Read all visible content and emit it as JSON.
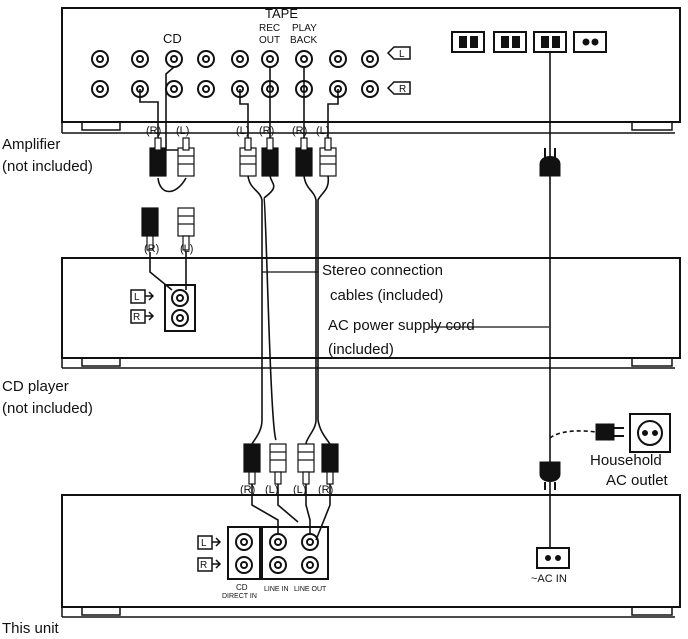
{
  "devices": {
    "amplifier": {
      "name": "Amplifier",
      "note": "(not included)",
      "jack_group_labels": {
        "cd": "CD",
        "tape": "TAPE",
        "rec_out_1": "REC",
        "rec_out_2": "OUT",
        "play_back_1": "PLAY",
        "play_back_2": "BACK"
      },
      "channel_tags": [
        "L",
        "R"
      ]
    },
    "cd_player": {
      "name": "CD player",
      "note": "(not included)",
      "channel_tags": [
        "L",
        "R"
      ]
    },
    "this_unit": {
      "name": "This unit",
      "channel_tags": [
        "L",
        "R"
      ],
      "jack_labels": {
        "cd_direct_in_1": "CD",
        "cd_direct_in_2": "DIRECT IN",
        "line_in": "LINE IN",
        "line_out": "LINE OUT"
      },
      "ac_in": "~AC IN"
    }
  },
  "plug_labels": {
    "amp_cd": [
      "(R)",
      "(L)"
    ],
    "amp_tape_rec": [
      "(L)",
      "(R)"
    ],
    "amp_tape_play": [
      "(R)",
      "(L)"
    ],
    "cd_player": [
      "(R)",
      "(L)"
    ],
    "unit_line_in": [
      "(R)",
      "(L)"
    ],
    "unit_line_out": [
      "(L)",
      "(R)"
    ]
  },
  "callouts": {
    "stereo_cables_1": "Stereo connection",
    "stereo_cables_2": "cables (included)",
    "ac_cord_1": "AC power supply cord",
    "ac_cord_2": "(included)",
    "outlet_1": "Household",
    "outlet_2": "AC outlet"
  }
}
